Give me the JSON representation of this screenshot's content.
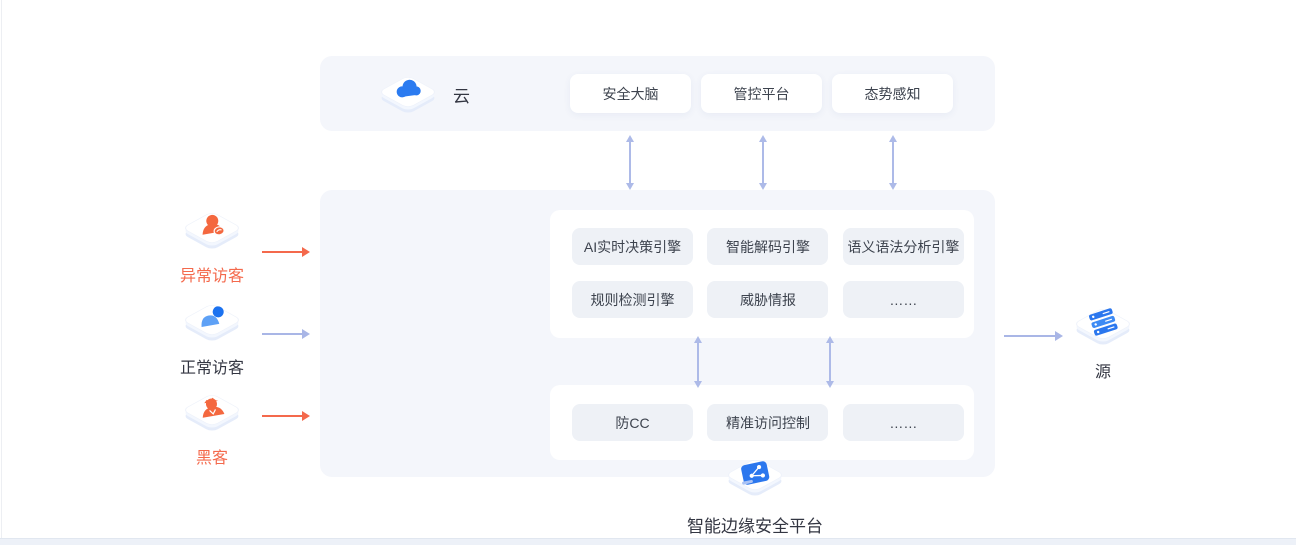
{
  "diagram": {
    "cloud": {
      "label": "云",
      "buttons": [
        "安全大脑",
        "管控平台",
        "态势感知"
      ]
    },
    "platform": {
      "label": "智能边缘安全平台",
      "engine_pills": [
        "AI实时决策引擎",
        "智能解码引擎",
        "语义语法分析引擎",
        "规则检测引擎",
        "威胁情报",
        "……"
      ],
      "protection_pills": [
        "防CC",
        "精准访问控制",
        "……"
      ]
    },
    "actors": {
      "abnormal": {
        "label": "异常访客"
      },
      "normal": {
        "label": "正常访客"
      },
      "hacker": {
        "label": "黑客"
      }
    },
    "origin": {
      "label": "源"
    },
    "colors": {
      "accent_orange": "#f4694c",
      "icon_blue": "#2b7bf0",
      "arrow_blue": "#a9b6e6",
      "panel_bg": "#f4f6fb",
      "pill_bg": "#eef1f6"
    }
  }
}
